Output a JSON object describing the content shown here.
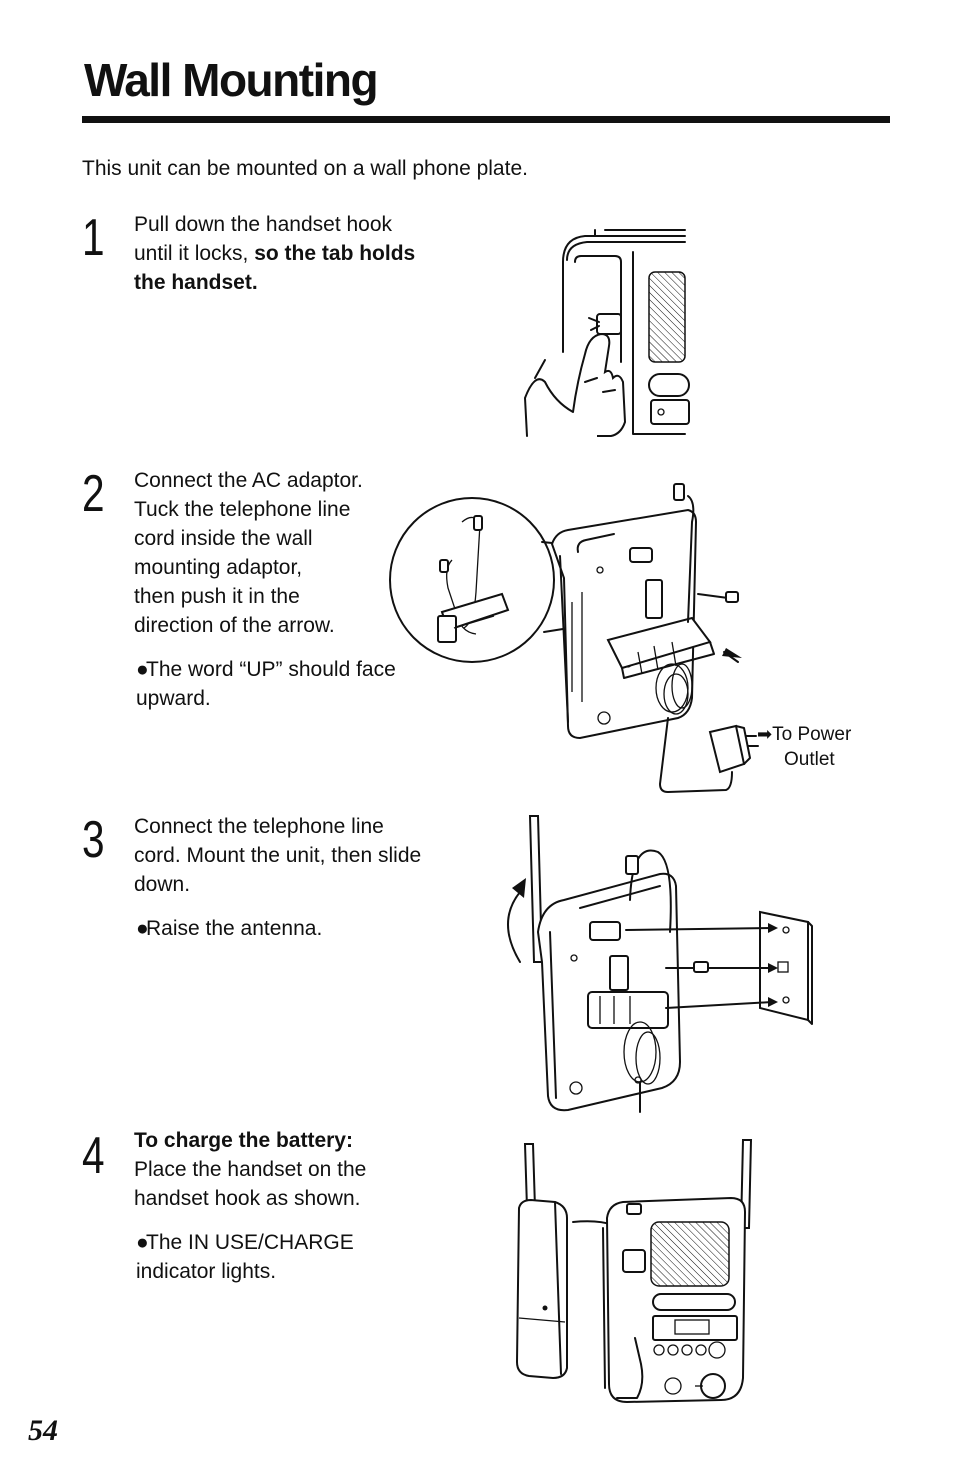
{
  "title": "Wall Mounting",
  "intro": "This unit can be mounted on a wall phone plate.",
  "steps": [
    {
      "number": "1",
      "text_plain": "Pull down the handset hook until it locks, ",
      "text_bold": "so the tab holds the handset."
    },
    {
      "number": "2",
      "lines": [
        "Connect the AC adaptor.",
        "Tuck the telephone line",
        "cord inside the wall",
        "mounting adaptor,",
        "then push it in the",
        "direction of the arrow."
      ],
      "note": "The word “UP” should face upward.",
      "caption_line1": "To Power",
      "caption_line2": "Outlet"
    },
    {
      "number": "3",
      "text": "Connect the telephone line cord. Mount the unit, then slide down.",
      "note": "Raise the antenna."
    },
    {
      "number": "4",
      "text_bold": "To charge the battery:",
      "text": "Place the handset on the handset hook as shown.",
      "note": "The IN USE/CHARGE indicator lights."
    }
  ],
  "page_number": "54"
}
